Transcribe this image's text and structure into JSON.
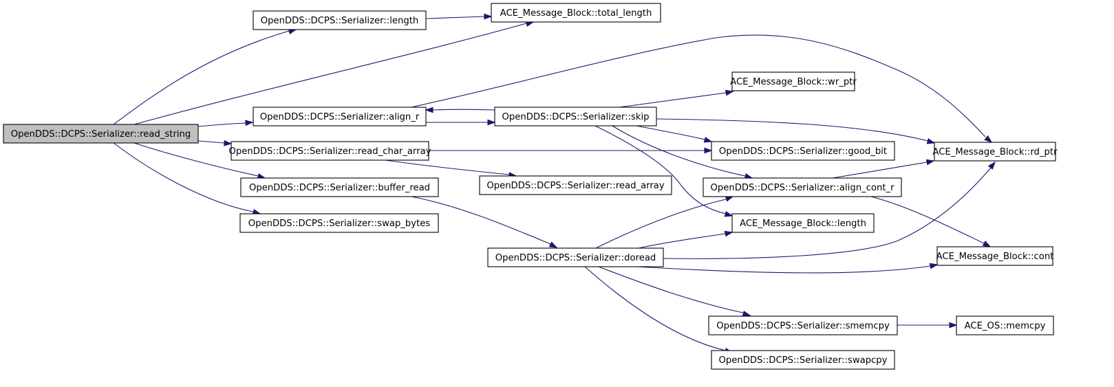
{
  "diagram": {
    "colors": {
      "edge": "#191970",
      "node_fill": "#ffffff",
      "root_fill": "#bfbfbf",
      "node_border": "#000000"
    },
    "root": "read_string",
    "nodes": {
      "read_string": "OpenDDS::DCPS::Serializer::read_string",
      "length": "OpenDDS::DCPS::Serializer::length",
      "total_length": "ACE_Message_Block::total_length",
      "align_r": "OpenDDS::DCPS::Serializer::align_r",
      "read_char_array": "OpenDDS::DCPS::Serializer::read_char_array",
      "buffer_read": "OpenDDS::DCPS::Serializer::buffer_read",
      "swap_bytes": "OpenDDS::DCPS::Serializer::swap_bytes",
      "skip": "OpenDDS::DCPS::Serializer::skip",
      "read_array": "OpenDDS::DCPS::Serializer::read_array",
      "doread": "OpenDDS::DCPS::Serializer::doread",
      "wr_ptr": "ACE_Message_Block::wr_ptr",
      "good_bit": "OpenDDS::DCPS::Serializer::good_bit",
      "align_cont_r": "OpenDDS::DCPS::Serializer::align_cont_r",
      "mb_length": "ACE_Message_Block::length",
      "smemcpy": "OpenDDS::DCPS::Serializer::smemcpy",
      "swapcpy": "OpenDDS::DCPS::Serializer::swapcpy",
      "rd_ptr": "ACE_Message_Block::rd_ptr",
      "cont": "ACE_Message_Block::cont",
      "memcpy": "ACE_OS::memcpy"
    },
    "edges": [
      [
        "read_string",
        "length"
      ],
      [
        "read_string",
        "total_length"
      ],
      [
        "read_string",
        "align_r"
      ],
      [
        "read_string",
        "read_char_array"
      ],
      [
        "read_string",
        "buffer_read"
      ],
      [
        "read_string",
        "swap_bytes"
      ],
      [
        "length",
        "total_length"
      ],
      [
        "align_r",
        "skip"
      ],
      [
        "align_r",
        "rd_ptr"
      ],
      [
        "skip",
        "align_r"
      ],
      [
        "skip",
        "wr_ptr"
      ],
      [
        "skip",
        "good_bit"
      ],
      [
        "skip",
        "rd_ptr"
      ],
      [
        "skip",
        "align_cont_r"
      ],
      [
        "skip",
        "mb_length"
      ],
      [
        "read_char_array",
        "good_bit"
      ],
      [
        "read_char_array",
        "read_array"
      ],
      [
        "buffer_read",
        "doread"
      ],
      [
        "doread",
        "align_cont_r"
      ],
      [
        "doread",
        "mb_length"
      ],
      [
        "doread",
        "rd_ptr"
      ],
      [
        "doread",
        "cont"
      ],
      [
        "doread",
        "smemcpy"
      ],
      [
        "doread",
        "swapcpy"
      ],
      [
        "align_cont_r",
        "rd_ptr"
      ],
      [
        "align_cont_r",
        "cont"
      ],
      [
        "smemcpy",
        "memcpy"
      ]
    ]
  }
}
